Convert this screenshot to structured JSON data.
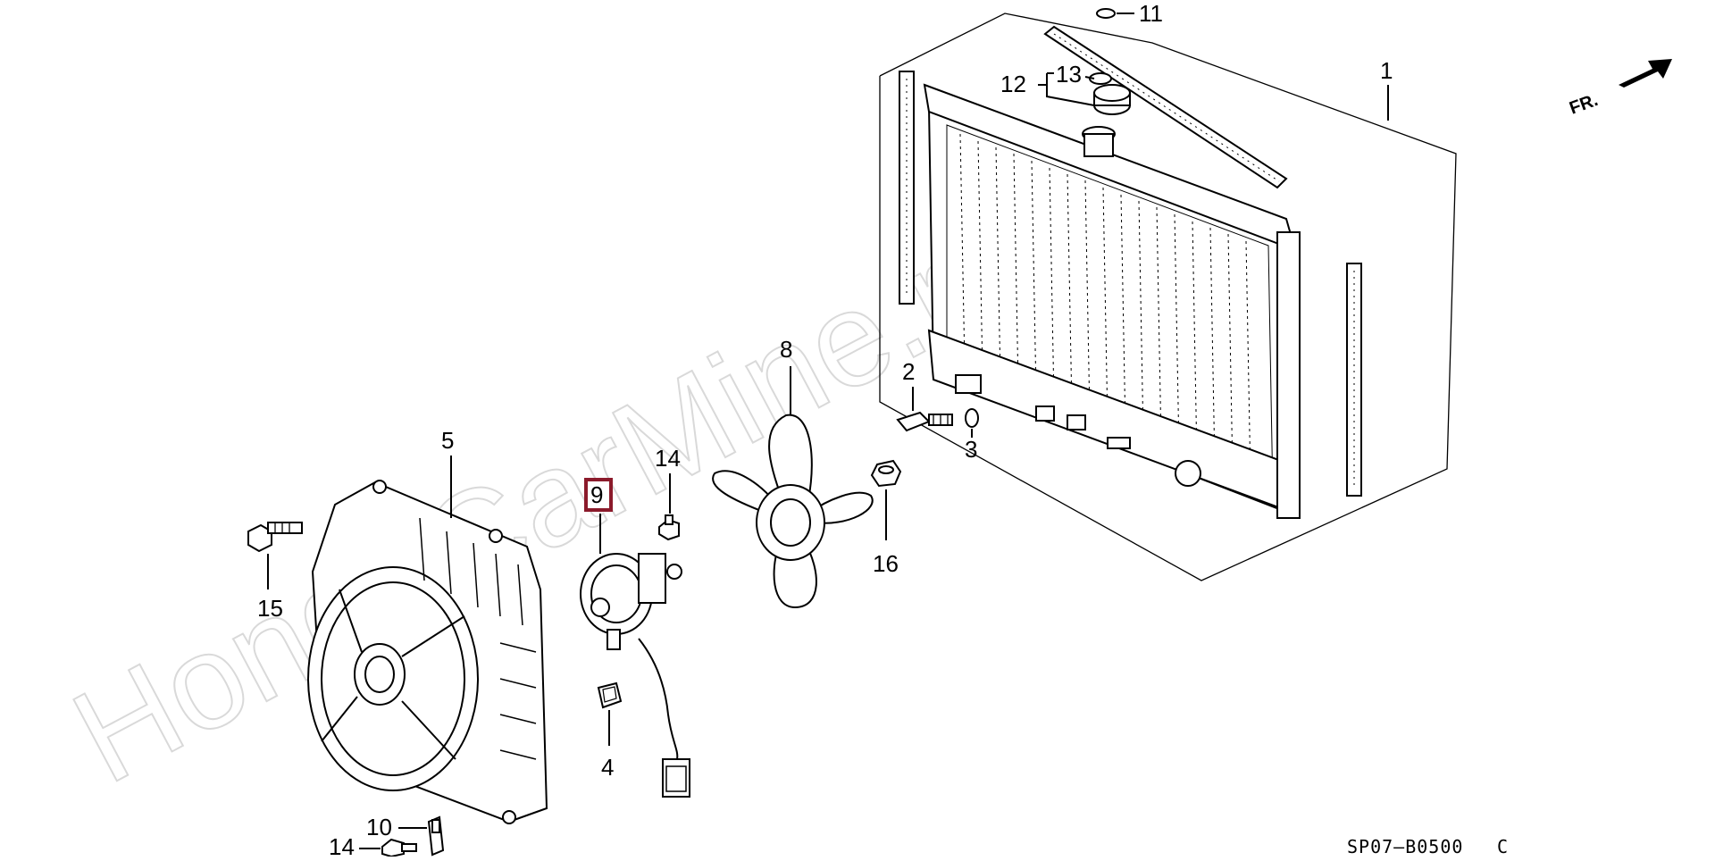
{
  "watermark": "HondaCarMine.ru",
  "direction_label": "FR.",
  "reference_code": "SP07–B0500",
  "reference_suffix": "C",
  "highlight_color": "#8b1a2b",
  "callouts": {
    "c1": "1",
    "c2": "2",
    "c3": "3",
    "c4": "4",
    "c5": "5",
    "c8": "8",
    "c9": "9",
    "c10": "10",
    "c11": "11",
    "c12": "12",
    "c13": "13",
    "c14a": "14",
    "c14b": "14",
    "c15": "15",
    "c16": "16"
  }
}
